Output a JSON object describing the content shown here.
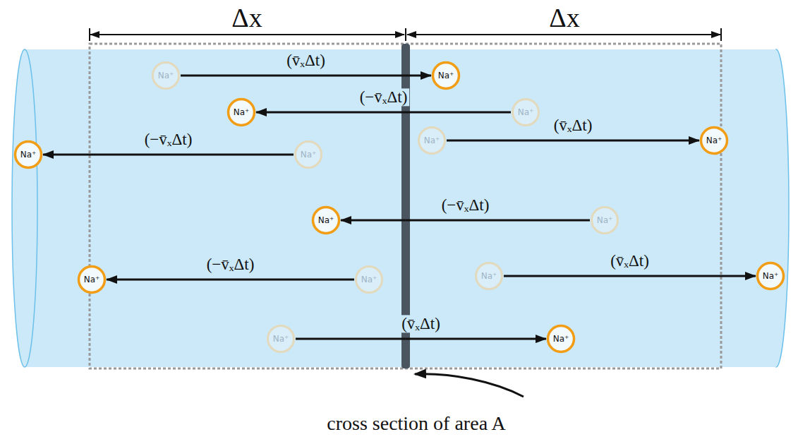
{
  "diagram": {
    "nodes": [
      {
        "text": [
          "Na⁺"
        ]
      },
      {
        "text": [
          "Na⁺"
        ]
      },
      {
        "text": [
          "Na⁺"
        ]
      },
      {
        "text": [
          "Na⁺"
        ]
      },
      {
        "text": [
          "Na⁺"
        ]
      },
      {
        "text": [
          "Na⁺"
        ]
      },
      {
        "text": [
          "Na⁺"
        ]
      },
      {
        "text": [
          "Na⁺"
        ]
      },
      {
        "text": [
          "Na⁺"
        ]
      },
      {
        "text": [
          "Na⁺"
        ]
      },
      {
        "text": [
          "Na⁺"
        ]
      },
      {
        "text": [
          "Na⁺"
        ]
      },
      {
        "text": [
          "Na⁺"
        ]
      },
      {
        "text": [
          "Na⁺"
        ]
      },
      {
        "text": [
          "Na⁺"
        ]
      },
      {
        "text": [
          "Na⁺"
        ]
      }
    ],
    "edges": [
      {
        "from": 0,
        "to": 1,
        "arrow": "to",
        "label": "(v̄ₓΔt)"
      },
      {
        "from": 2,
        "to": 3,
        "arrow": "to",
        "label": "(−v̄ₓΔt)"
      },
      {
        "from": 4,
        "to": 5,
        "arrow": "to",
        "label": "(v̄ₓΔt)"
      },
      {
        "from": 6,
        "to": 7,
        "arrow": "to",
        "label": "(−v̄ₓΔt)"
      },
      {
        "from": 8,
        "to": 9,
        "arrow": "to",
        "label": "(−v̄ₓΔt)"
      },
      {
        "from": 10,
        "to": 11,
        "arrow": "to",
        "label": "(v̄ₓΔt)"
      },
      {
        "from": 12,
        "to": 13,
        "arrow": "to",
        "label": "(−v̄ₓΔt)"
      },
      {
        "from": 14,
        "to": 15,
        "arrow": "to",
        "label": "(v̄ₓΔt)"
      }
    ],
    "labels": [
      "Δx",
      "Δx",
      "cross section of area A"
    ]
  }
}
